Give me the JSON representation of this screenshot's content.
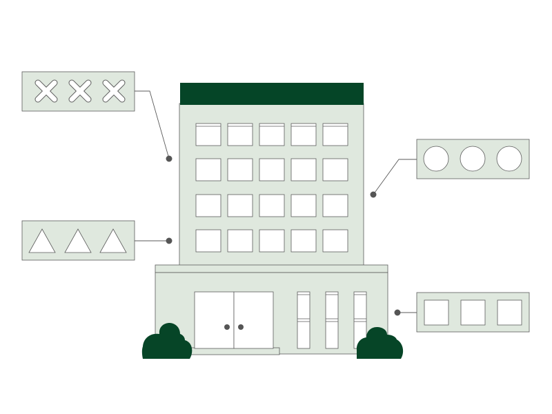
{
  "colors": {
    "background": "#ffffff",
    "facade": "#dfe8de",
    "roof": "#054527",
    "bush": "#064527",
    "stroke": "#5a5a5a",
    "window": "#ffffff",
    "dot": "#555555",
    "callout_fill": "#dfe8de"
  },
  "building": {
    "window_rows": 4,
    "window_cols": 5,
    "door_knobs": 2,
    "side_panels": 3,
    "bushes": 2
  },
  "callouts": [
    {
      "id": "top-left",
      "symbol": "x",
      "count": 3
    },
    {
      "id": "bottom-left",
      "symbol": "triangle",
      "count": 3
    },
    {
      "id": "top-right",
      "symbol": "circle",
      "count": 3
    },
    {
      "id": "bottom-right",
      "symbol": "square",
      "count": 3
    }
  ]
}
